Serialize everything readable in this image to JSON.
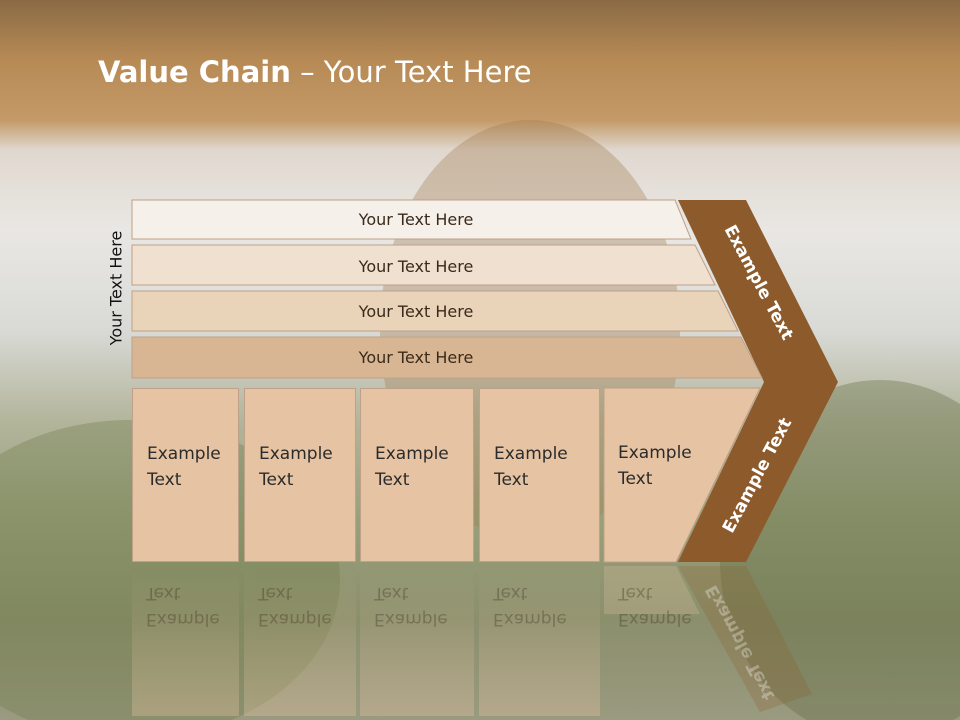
{
  "slide": {
    "title_bold": "Value Chain",
    "title_rest": " – Your Text Here",
    "side_label": "Your Text Here"
  },
  "bars": [
    {
      "label": "Your Text Here",
      "color": "#f6f0ea"
    },
    {
      "label": "Your Text Here",
      "color": "#f0e0cf"
    },
    {
      "label": "Your Text Here",
      "color": "#e9d3b9"
    },
    {
      "label": "Your Text Here",
      "color": "#d9b693"
    }
  ],
  "cells": [
    {
      "line1": "Example",
      "line2": "Text"
    },
    {
      "line1": "Example",
      "line2": "Text"
    },
    {
      "line1": "Example",
      "line2": "Text"
    },
    {
      "line1": "Example",
      "line2": "Text"
    },
    {
      "line1": "Example",
      "line2": "Text"
    }
  ],
  "chevron": {
    "upper_label": "Example Text",
    "lower_label": "Example Text",
    "color": "#8c5a2b"
  }
}
